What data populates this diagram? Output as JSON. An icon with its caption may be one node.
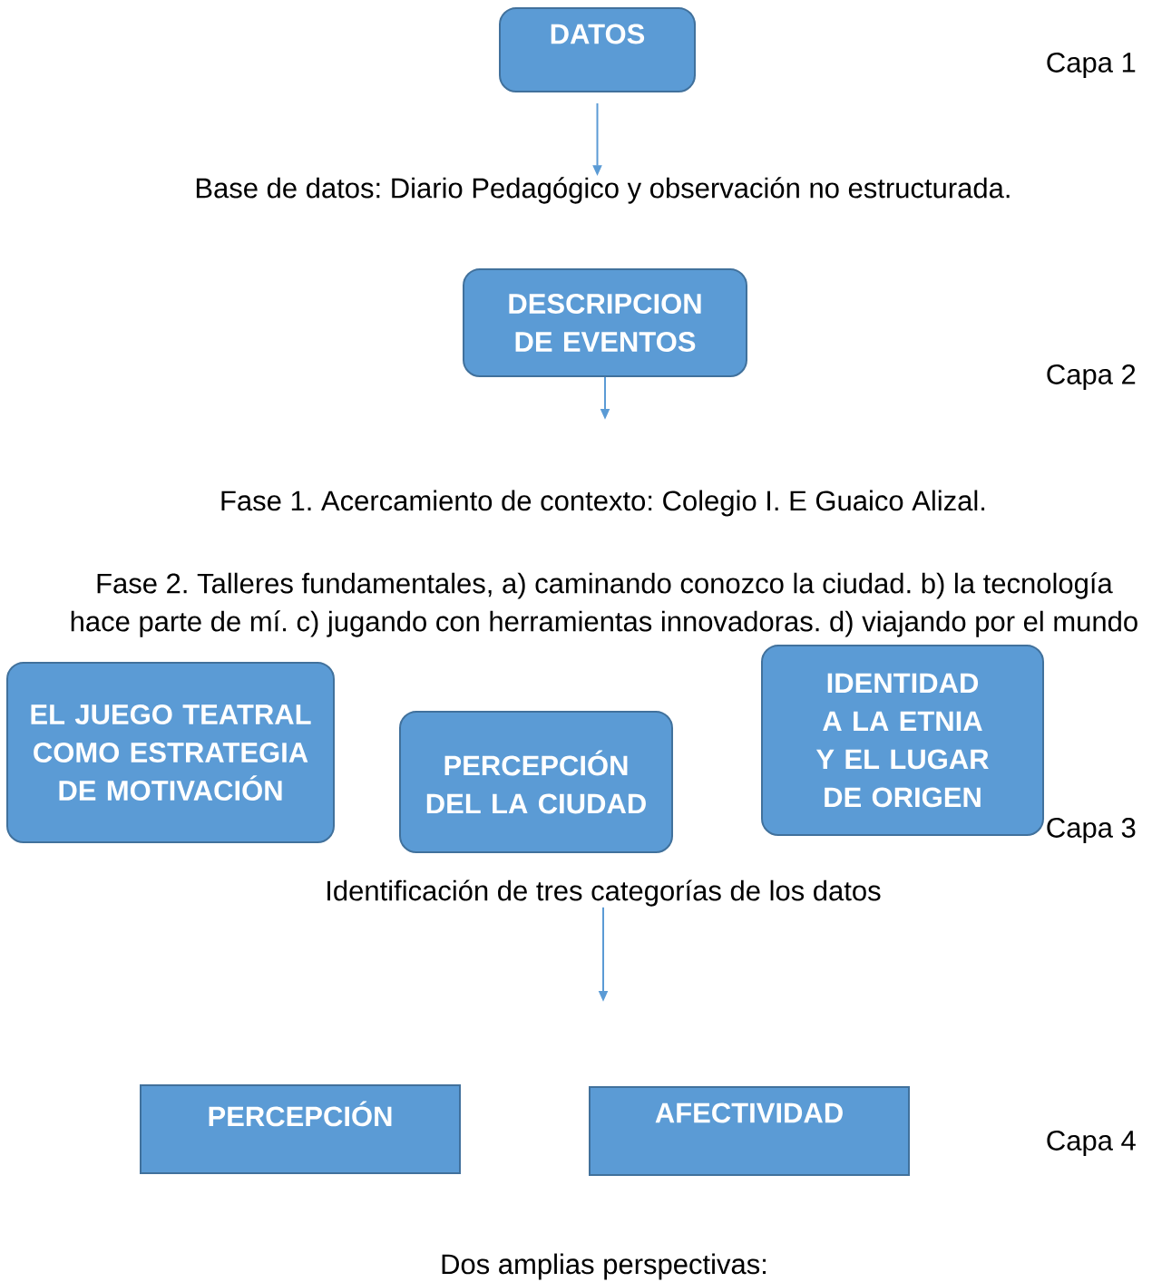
{
  "diagram": {
    "nodes": [
      {
        "text": [
          "DATOS"
        ]
      },
      {
        "text": [
          "Base de datos: Diario Pedagógico y observación no estructurada."
        ]
      },
      {
        "text": [
          "DESCRIPCION DE EVENTOS"
        ]
      },
      {
        "text": [
          "EL JUEGO TEATRAL COMO ESTRATEGIA DE MOTIVACIÓN"
        ]
      },
      {
        "text": [
          "PERCEPCIÓN DEL LA CIUDAD"
        ]
      },
      {
        "text": [
          "IDENTIDAD A LA ETNIA Y EL LUGAR DE ORIGEN"
        ]
      },
      {
        "text": [
          "Identificación de tres categorías de los datos"
        ]
      },
      {
        "text": [
          "PERCEPCIÓN"
        ]
      },
      {
        "text": [
          "AFECTIVIDAD"
        ]
      }
    ],
    "edges": [
      {
        "from": 0,
        "to": 1,
        "arrow": "to"
      },
      {
        "from": 2,
        "to": null,
        "arrow": "to"
      },
      {
        "from": 6,
        "to": null,
        "arrow": "to"
      }
    ],
    "labels": [
      "Capa 1",
      "Capa 2",
      "Fase 1. Acercamiento de contexto: Colegio I. E Guaico Alizal.",
      "Fase 2. Talleres fundamentales, a) caminando conozco la ciudad. b) la tecnología hace parte de mí. c) jugando con herramientas innovadoras. d) viajando por el mundo",
      "Capa 3",
      "Capa 4",
      "Dos amplias perspectivas:"
    ]
  }
}
